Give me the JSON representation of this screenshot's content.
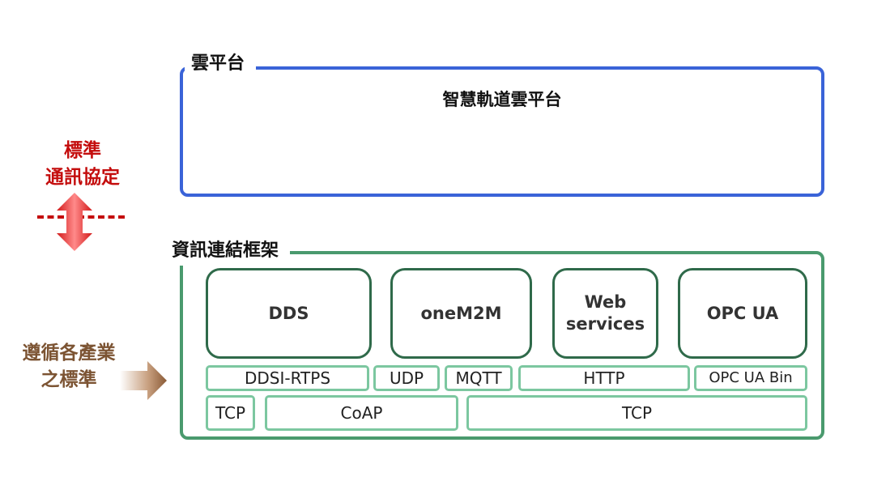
{
  "cloud": {
    "label": "雲平台",
    "platform_name": "智慧軌道雲平台"
  },
  "side": {
    "standard_protocol": "標準\n通訊協定",
    "industry_standard": "遵循各產業\n之標準"
  },
  "framework": {
    "label": "資訊連結框架",
    "protocols": [
      {
        "name": "DDS"
      },
      {
        "name": "oneM2M"
      },
      {
        "name": "Web\nservices"
      },
      {
        "name": "OPC UA"
      }
    ],
    "transport_row1": [
      "DDSI-RTPS",
      "UDP",
      "MQTT",
      "HTTP",
      "OPC UA Bin"
    ],
    "transport_row2": [
      "TCP",
      "CoAP",
      "TCP"
    ]
  },
  "colors": {
    "cloud_border": "#3a63d8",
    "framework_border": "#4a9a6e",
    "protocol_border": "#2f6a4a",
    "transport_border": "#7cc7a0",
    "standard_text": "#c40d0d",
    "industry_text": "#7c5433"
  },
  "icons": [
    "double-arrow-icon",
    "right-arrow-icon"
  ]
}
